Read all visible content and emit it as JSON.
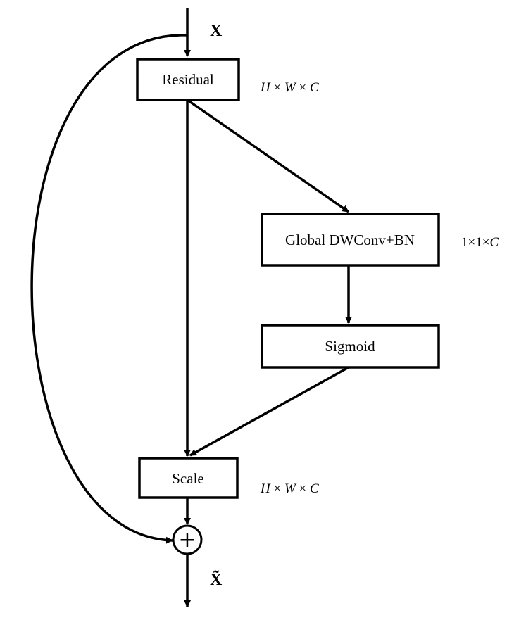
{
  "diagram": {
    "input_label": "X",
    "output_label": "X̃",
    "nodes": {
      "residual": "Residual",
      "global_dwconv": "Global DWConv+BN",
      "sigmoid": "Sigmoid",
      "scale": "Scale",
      "add": "+"
    },
    "dims": {
      "residual": {
        "lead": "H",
        "mid": "W",
        "tail": "C"
      },
      "global": {
        "lead": "1",
        "mid": "1",
        "tail": "C"
      },
      "scale": {
        "lead": "H",
        "mid": "W",
        "tail": "C"
      }
    }
  }
}
